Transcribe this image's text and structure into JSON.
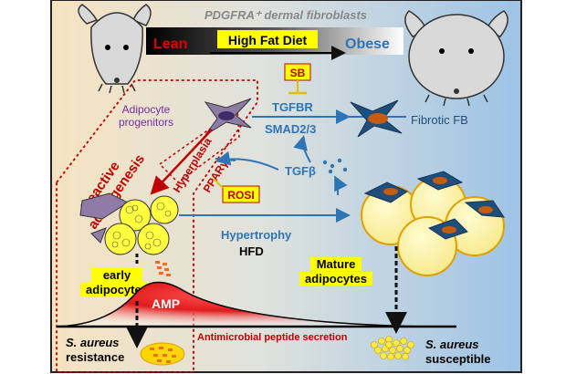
{
  "header": {
    "title": "PDGFRA⁺ dermal fibroblasts",
    "lean": "Lean",
    "diet": "High Fat Diet",
    "obese": "Obese"
  },
  "labels": {
    "adipocyte_progenitors_1": "Adipocyte",
    "adipocyte_progenitors_2": "progenitors",
    "reactive_1": "Reactive",
    "reactive_2": "adipogenesis",
    "hyperplasia": "Hyperplasia",
    "ppar": "PPARγ",
    "rosi": "ROSI",
    "sb": "SB",
    "tgfbr": "TGFBR",
    "smad": "SMAD2/3",
    "fibrotic": "Fibrotic FB",
    "tgfb": "TGFβ",
    "hypertrophy": "Hypertrophy",
    "hfd": "HFD",
    "early_1": "early",
    "early_2": "adipocytes",
    "mature_1": "Mature",
    "mature_2": "adipocytes",
    "amp": "AMP",
    "amp_secretion": "Antimicrobial peptide secretion",
    "resistance_1": "S. aureus",
    "resistance_2": "resistance",
    "susceptible_1": "S. aureus",
    "susceptible_2": "susceptible"
  },
  "colors": {
    "blue_arrow": "#2e75b6",
    "red": "#c00000",
    "purple_text": "#7030a0",
    "yellow_highlight": "#ffff00",
    "amp_red": "#e02020"
  }
}
